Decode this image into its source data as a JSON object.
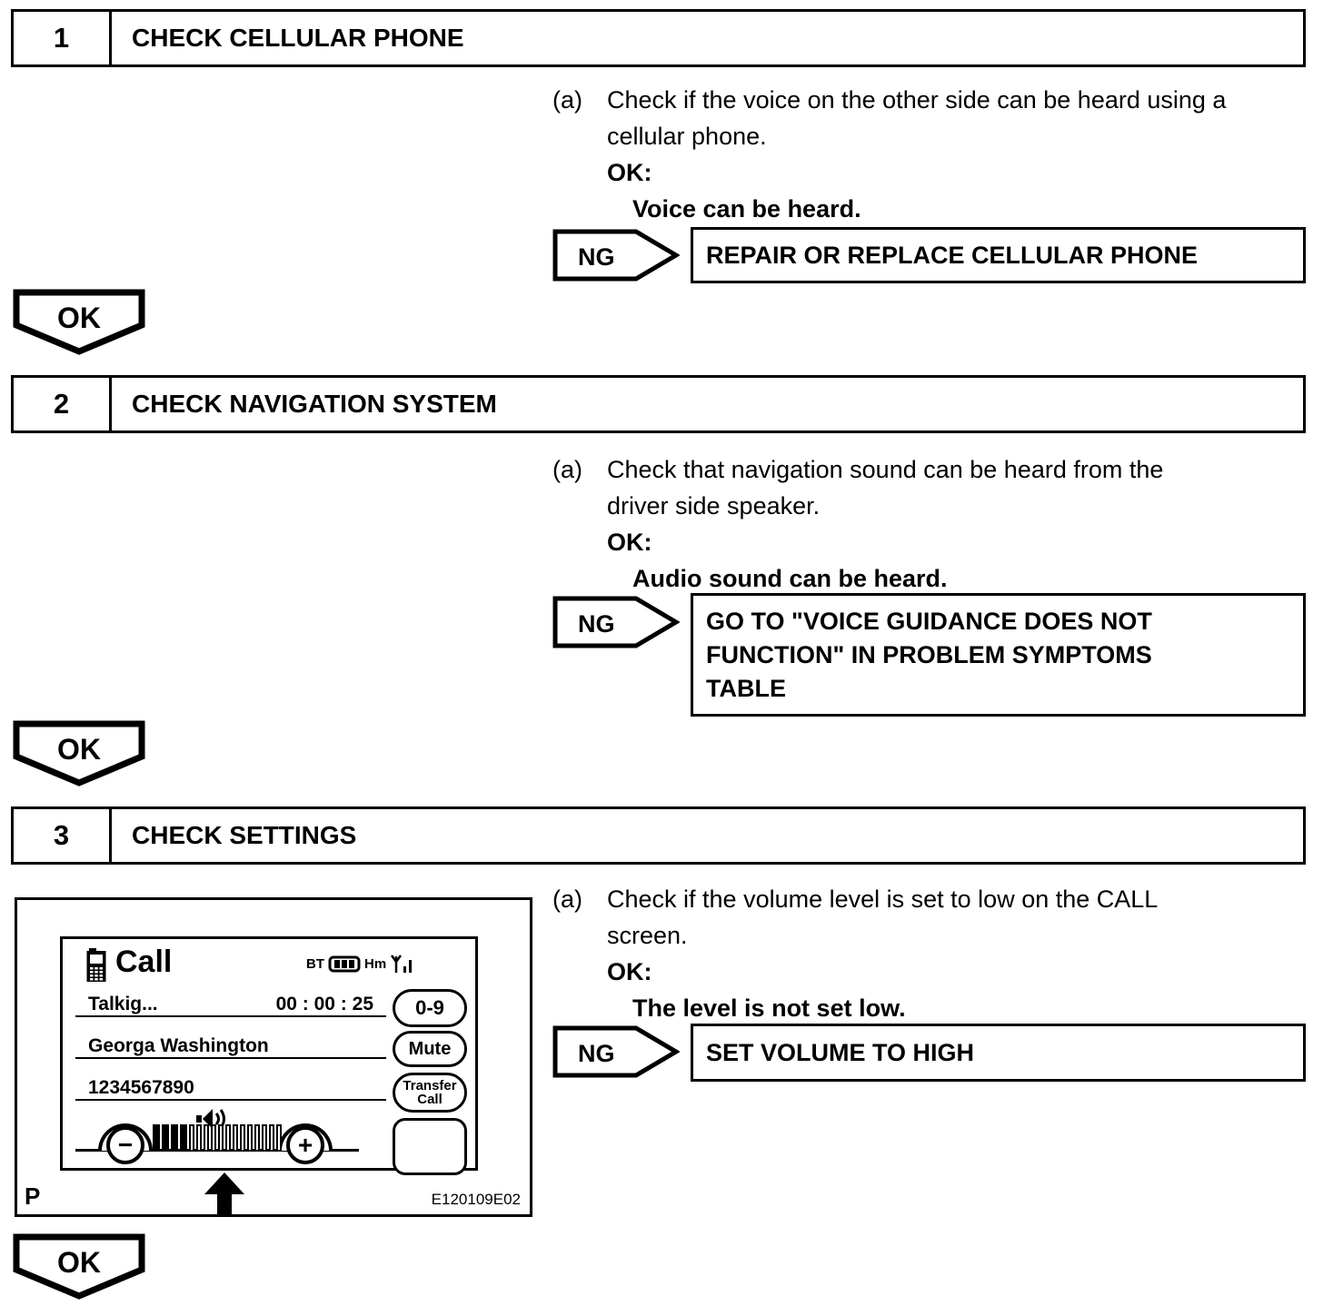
{
  "flow": {
    "ng_label": "NG",
    "ok_label": "OK"
  },
  "steps": [
    {
      "number": "1",
      "title": "CHECK CELLULAR PHONE",
      "marker": "(a)",
      "instruction_lines": [
        "Check if the voice on the other side can be heard using a",
        "cellular phone."
      ],
      "ok_heading": "OK:",
      "ok_condition": "Voice can be heard.",
      "ng_action_lines": [
        "REPAIR OR REPLACE CELLULAR PHONE"
      ]
    },
    {
      "number": "2",
      "title": "CHECK NAVIGATION SYSTEM",
      "marker": "(a)",
      "instruction_lines": [
        "Check that navigation sound can be heard from the",
        "driver side speaker."
      ],
      "ok_heading": "OK:",
      "ok_condition": "Audio sound can be heard.",
      "ng_action_lines": [
        "GO TO \"VOICE GUIDANCE DOES NOT",
        "FUNCTION\" IN PROBLEM SYMPTOMS",
        "TABLE"
      ]
    },
    {
      "number": "3",
      "title": "CHECK SETTINGS",
      "marker": "(a)",
      "instruction_lines": [
        "Check if the volume level is set to low on the CALL",
        "screen."
      ],
      "ok_heading": "OK:",
      "ok_condition": "The level is not set low.",
      "ng_action_lines": [
        "SET VOLUME TO HIGH"
      ]
    }
  ],
  "figure": {
    "corner_label": "P",
    "figure_id": "E120109E02",
    "screen": {
      "title": "Call",
      "status_bt": "BT",
      "status_hm": "Hm",
      "call_state": "Talkig...",
      "call_timer": "00 : 00 : 25",
      "caller_name": "Georga Washington",
      "caller_number": "1234567890",
      "button_digits": "0-9",
      "button_mute": "Mute",
      "button_transfer_line1": "Transfer",
      "button_transfer_line2": "Call",
      "volume_minus": "−",
      "volume_plus": "+",
      "volume": {
        "filled_segments": 4,
        "total_segments": 17
      }
    }
  }
}
